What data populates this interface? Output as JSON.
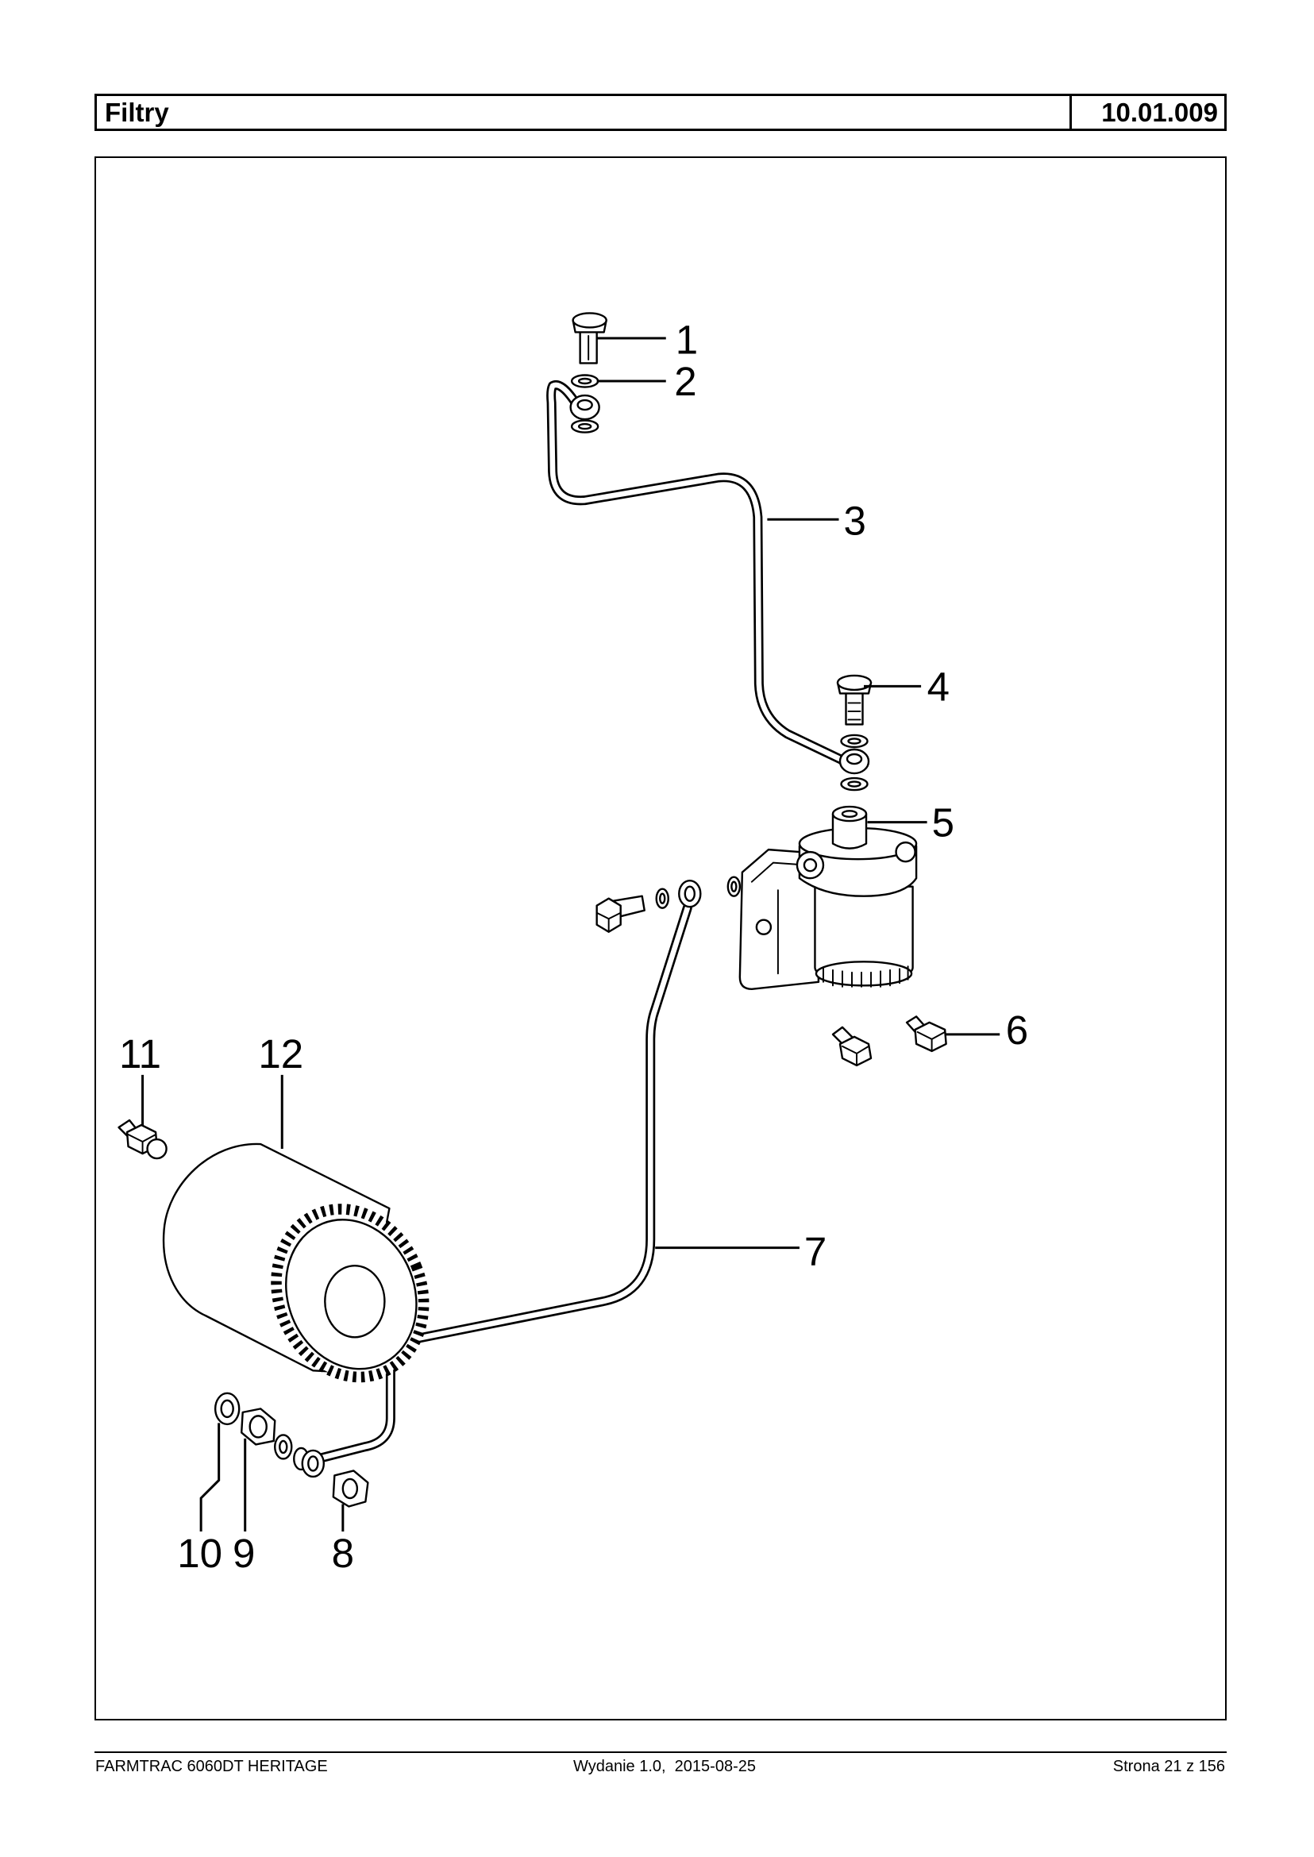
{
  "header": {
    "title": "Filtry",
    "code": "10.01.009"
  },
  "diagram": {
    "callouts": [
      {
        "label": "1"
      },
      {
        "label": "2"
      },
      {
        "label": "3"
      },
      {
        "label": "4"
      },
      {
        "label": "5"
      },
      {
        "label": "6"
      },
      {
        "label": "7"
      },
      {
        "label": "8"
      },
      {
        "label": "9"
      },
      {
        "label": "10"
      },
      {
        "label": "11"
      },
      {
        "label": "12"
      }
    ]
  },
  "footer": {
    "model": "FARMTRAC 6060DT HERITAGE",
    "edition": "Wydanie 1.0,  2015-08-25",
    "page": "Strona 21 z 156"
  }
}
